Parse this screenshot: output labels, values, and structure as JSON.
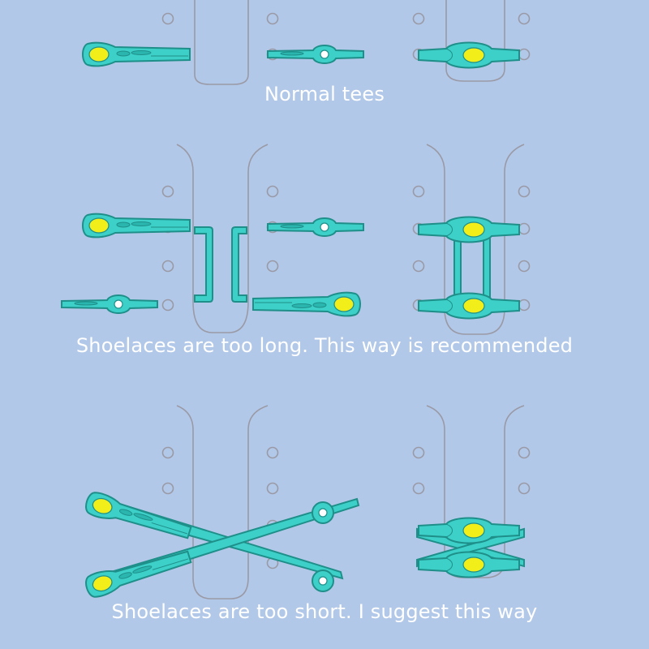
{
  "captions": {
    "normal": "Normal tees",
    "too_long": "Shoelaces are too long. This way is recommended",
    "too_short": "Shoelaces are too short. I suggest this way"
  },
  "colors": {
    "background": "#b2c8e8",
    "shoe_outline": "#9a9aa6",
    "eyelet": "#9a9aa6",
    "lace_fill": "#3dd0c8",
    "lace_stroke": "#1f8f8a",
    "head_yellow": "#f2ee1a",
    "hole_white": "#ffffff"
  },
  "icons": {
    "lace_end": "shoelace-clip-end-icon",
    "lace_loop": "shoelace-clip-loop-icon",
    "lace_bridge": "shoelace-connector-bar-icon",
    "eyelet": "eyelet-hole-icon"
  }
}
